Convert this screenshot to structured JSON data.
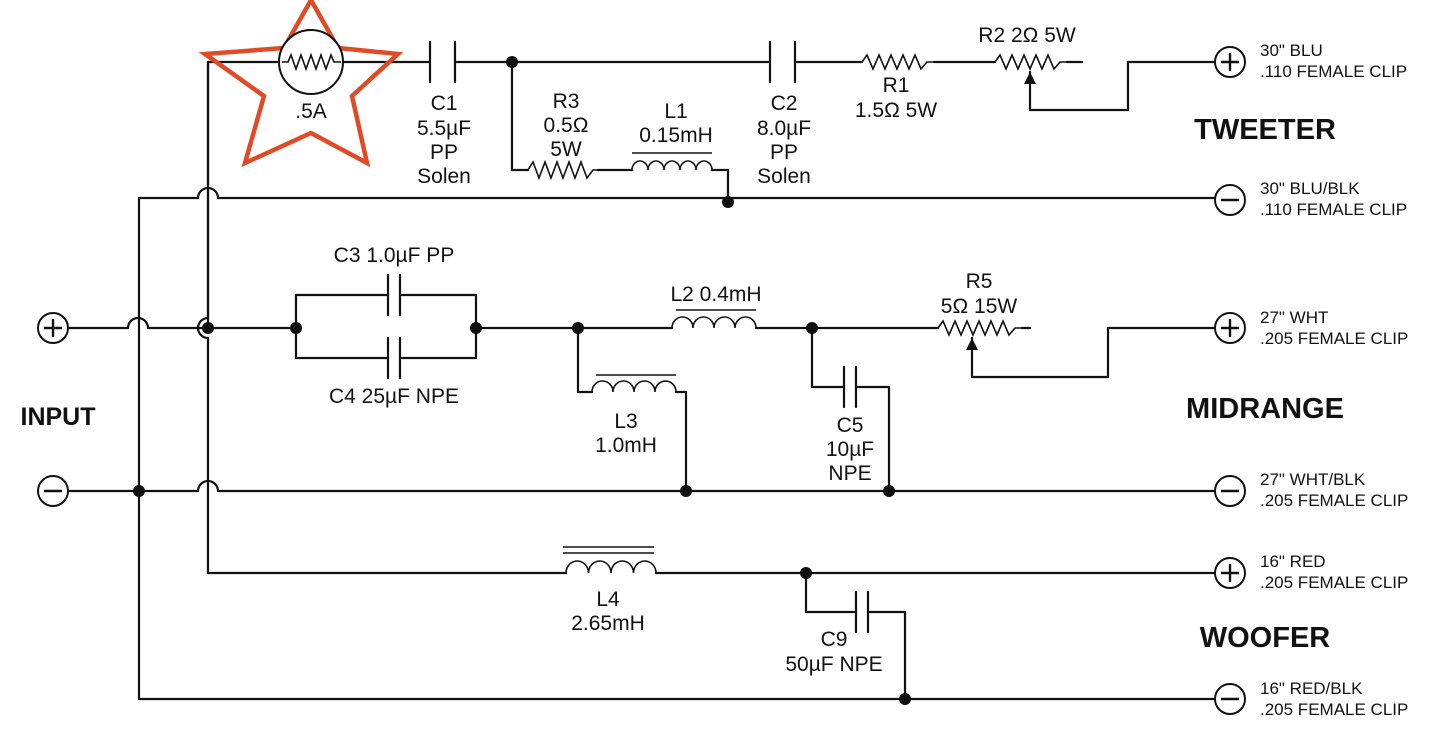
{
  "input": {
    "label": "INPUT"
  },
  "fuse": {
    "label": ".5A",
    "highlight_color": "#e04a24"
  },
  "sections": {
    "tweeter": "TWEETER",
    "midrange": "MIDRANGE",
    "woofer": "WOOFER"
  },
  "components": {
    "c1": [
      "C1",
      "5.5µF",
      "PP",
      "Solen"
    ],
    "c2": [
      "C2",
      "8.0µF",
      "PP",
      "Solen"
    ],
    "r3": [
      "R3",
      "0.5Ω",
      "5W"
    ],
    "l1": [
      "L1",
      "0.15mH"
    ],
    "r1": [
      "R1",
      "1.5Ω 5W"
    ],
    "r2": "R2 2Ω 5W",
    "c3": "C3 1.0µF PP",
    "c4": "C4 25µF NPE",
    "l2": "L2 0.4mH",
    "l3": [
      "L3",
      "1.0mH"
    ],
    "r5": [
      "R5",
      "5Ω 15W"
    ],
    "c5": [
      "C5",
      "10µF",
      "NPE"
    ],
    "l4": [
      "L4",
      "2.65mH"
    ],
    "c9": [
      "C9",
      "50µF NPE"
    ]
  },
  "terminals": {
    "tweeter_pos": [
      "30\" BLU",
      ".110 FEMALE CLIP"
    ],
    "tweeter_neg": [
      "30\" BLU/BLK",
      ".110 FEMALE CLIP"
    ],
    "midrange_pos": [
      "27\" WHT",
      ".205 FEMALE CLIP"
    ],
    "midrange_neg": [
      "27\" WHT/BLK",
      ".205 FEMALE CLIP"
    ],
    "woofer_pos": [
      "16\" RED",
      ".205 FEMALE CLIP"
    ],
    "woofer_neg": [
      "16\" RED/BLK",
      ".205 FEMALE CLIP"
    ]
  }
}
